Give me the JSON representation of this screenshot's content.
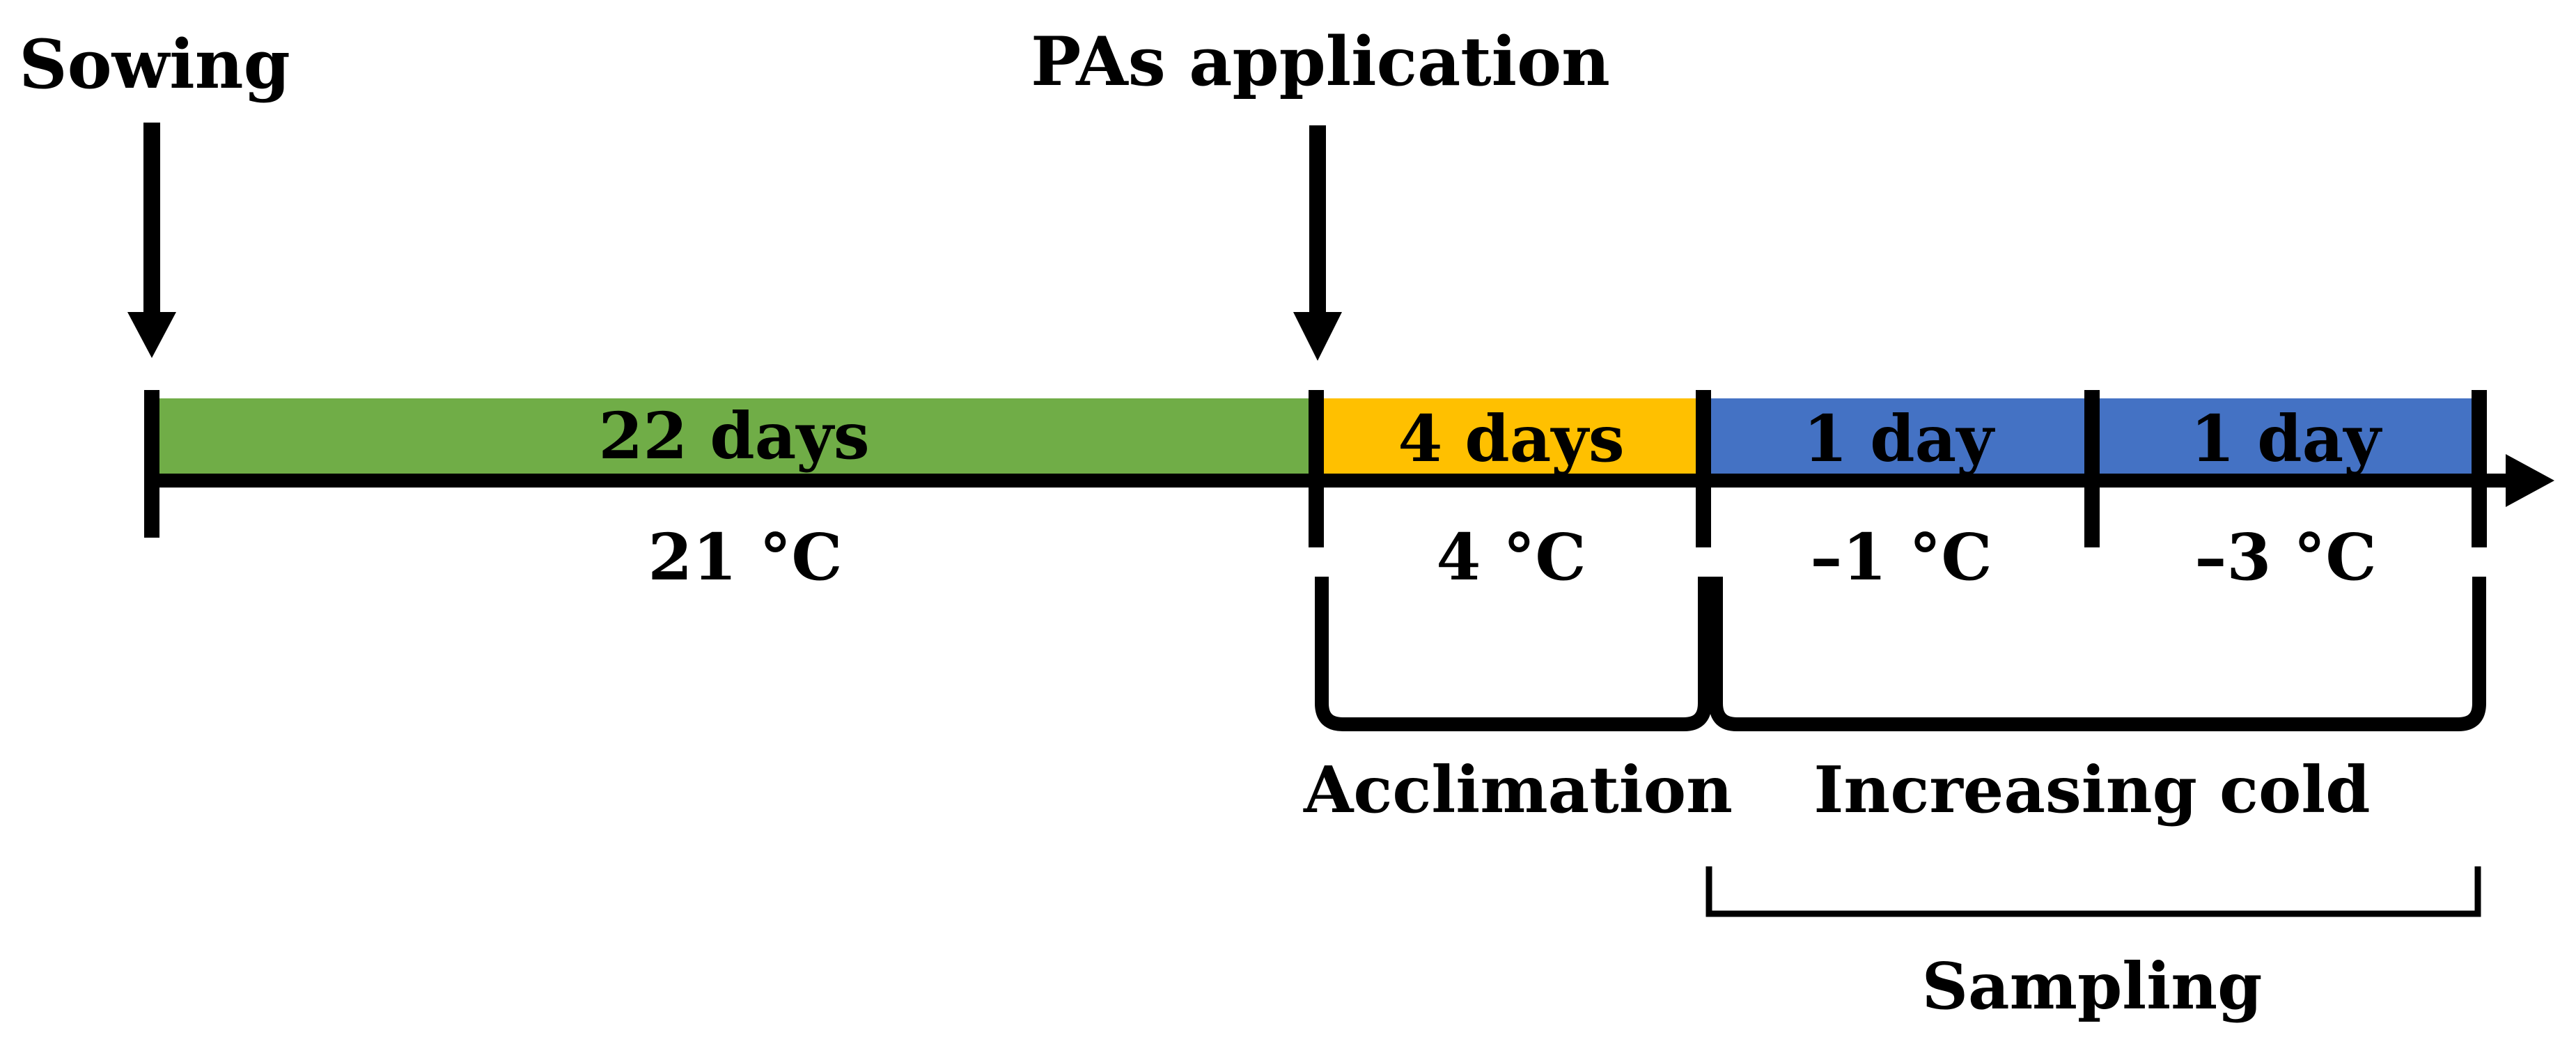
{
  "events": [
    {
      "id": "sowing",
      "label": "Sowing"
    },
    {
      "id": "pas-application",
      "label": "PAs application"
    }
  ],
  "stages": [
    {
      "duration": "22 days",
      "temperature": "21 °C",
      "color": "#70ad47"
    },
    {
      "duration": "4 days",
      "temperature": "4 °C",
      "color": "#ffc000"
    },
    {
      "duration": "1 day",
      "temperature": "–1 °C",
      "color": "#4472c4"
    },
    {
      "duration": "1 day",
      "temperature": "–3 °C",
      "color": "#4472c4"
    }
  ],
  "phases": {
    "acclimation": "Acclimation",
    "increasing_cold": "Increasing cold",
    "sampling": "Sampling"
  },
  "colors": {
    "line": "#000000",
    "background": "#ffffff"
  }
}
